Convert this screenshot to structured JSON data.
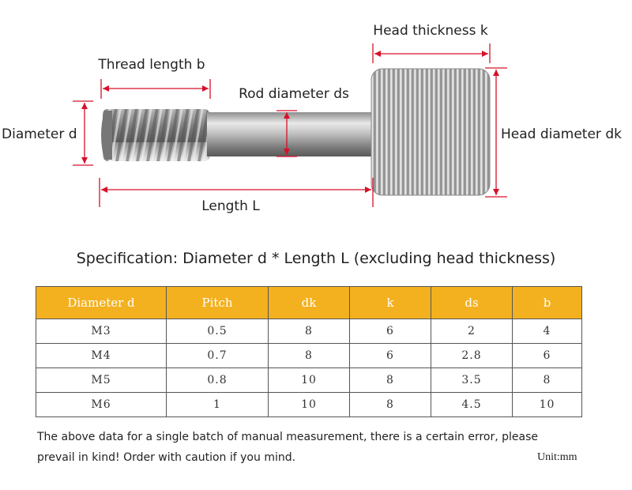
{
  "diagram": {
    "labels": {
      "head_thickness": "Head thickness k",
      "thread_length": "Thread length b",
      "rod_diameter": "Rod diameter ds",
      "diameter": "Diameter d",
      "head_diameter": "Head diameter dk",
      "length": "Length L"
    },
    "dimension_color": "#d8102a"
  },
  "spec_title": "Specification: Diameter d * Length L (excluding head thickness)",
  "table": {
    "header_color": "#f3b11f",
    "headers": [
      "Diameter d",
      "Pitch",
      "dk",
      "k",
      "ds",
      "b"
    ],
    "rows": [
      [
        "M3",
        "0.5",
        "8",
        "6",
        "2",
        "4"
      ],
      [
        "M4",
        "0.7",
        "8",
        "6",
        "2.8",
        "6"
      ],
      [
        "M5",
        "0.8",
        "10",
        "8",
        "3.5",
        "8"
      ],
      [
        "M6",
        "1",
        "10",
        "8",
        "4.5",
        "10"
      ]
    ]
  },
  "note": {
    "line1": "The above data for a single batch of manual measurement, there is a certain error, please",
    "line2": "prevail in kind! Order with caution if you mind.",
    "unit": "Unit:mm"
  }
}
